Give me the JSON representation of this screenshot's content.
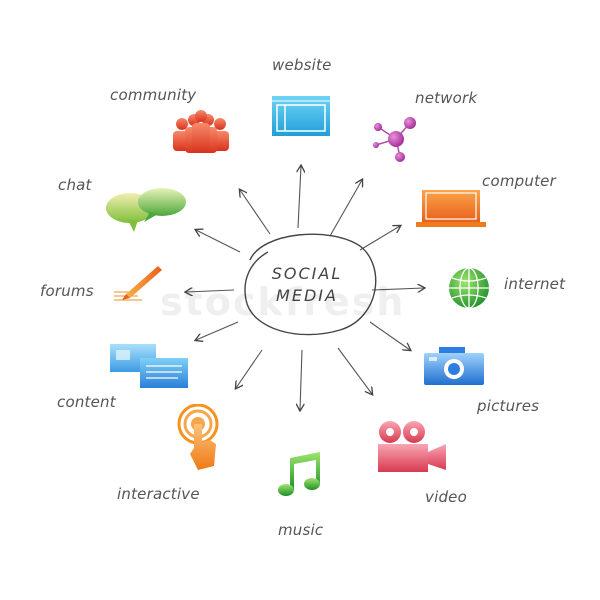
{
  "center": {
    "line1": "SOCIAL",
    "line2": "MEDIA"
  },
  "watermark": "stockfresh",
  "labels": {
    "website": "website",
    "network": "network",
    "community": "community",
    "computer": "computer",
    "chat": "chat",
    "internet": "internet",
    "forums": "forums",
    "content": "content",
    "pictures": "pictures",
    "interactive": "interactive",
    "video": "video",
    "music": "music"
  },
  "colors": {
    "website": "#35b6ea",
    "network": "#c03cb0",
    "community": "#e8472a",
    "computer": "#f07a1e",
    "chat": "#8dc63f",
    "internet": "#3aa935",
    "forums": "#f28c28",
    "content": "#2f8fe0",
    "pictures": "#2c7fe0",
    "interactive": "#f6921e",
    "video": "#e0465a",
    "music": "#3aa935"
  }
}
